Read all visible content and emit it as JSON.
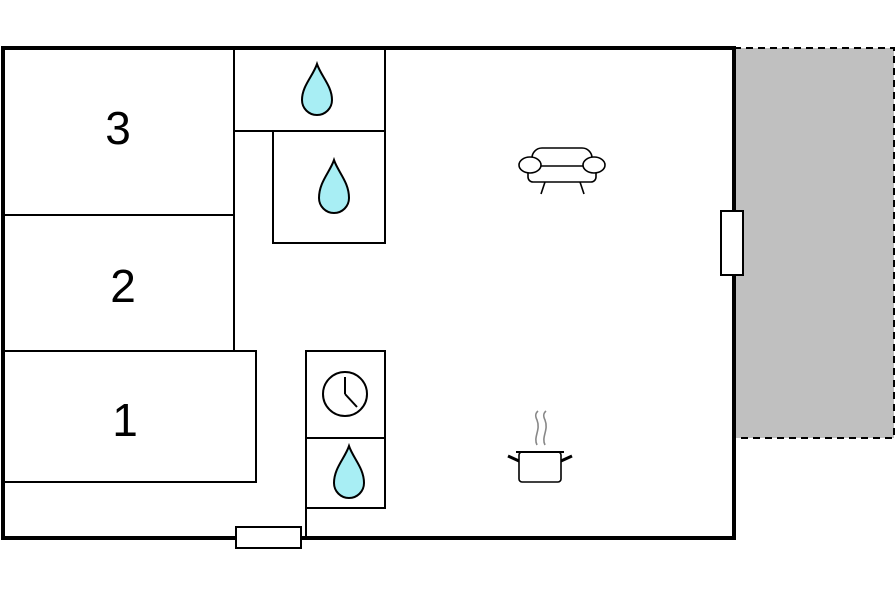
{
  "floorplan": {
    "rooms": [
      {
        "label": "3"
      },
      {
        "label": "2"
      },
      {
        "label": "1"
      }
    ],
    "icons": {
      "water": "water-drop-icon",
      "boiler": "clock-icon",
      "living": "sofa-icon",
      "kitchen": "cooking-pot-icon"
    },
    "colors": {
      "wall": "#000000",
      "water": "#a8eef4",
      "terrace": "#c0c0c0",
      "background": "#ffffff"
    }
  }
}
